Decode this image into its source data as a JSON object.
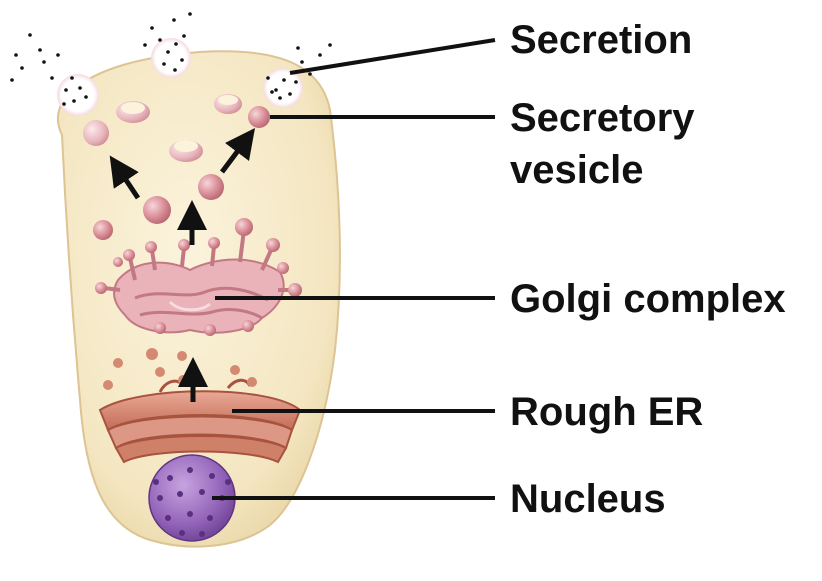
{
  "labels": {
    "secretion": "Secretion",
    "secretory_vesicle_line1": "Secretory",
    "secretory_vesicle_line2": "vesicle",
    "golgi_complex": "Golgi complex",
    "rough_er": "Rough ER",
    "nucleus": "Nucleus"
  },
  "colors": {
    "cell_fill": "#f7ebc8",
    "cell_edge": "#e2cfa3",
    "vesicle": "#d88a93",
    "golgi": "#e6a9b0",
    "rough_er": "#d98a72",
    "nucleus": "#9a6bbf",
    "leader_line": "#111111"
  }
}
